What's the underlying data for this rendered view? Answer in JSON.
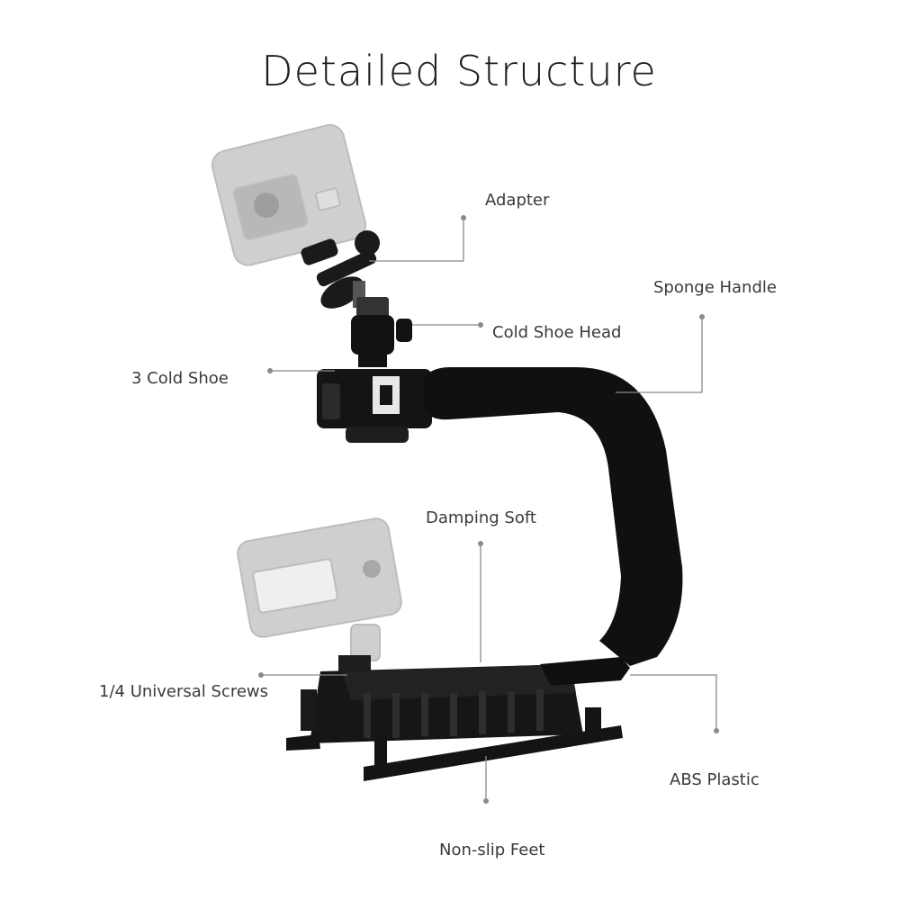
{
  "title": "Detailed Structure",
  "labels": {
    "adapter": "Adapter",
    "sponge_handle": "Sponge Handle",
    "cold_shoe_head": "Cold Shoe Head",
    "cold_shoe": "3 Cold Shoe",
    "damping_soft": "Damping Soft",
    "universal_screws": "1/4 Universal Screws",
    "abs_plastic": "ABS Plastic",
    "non_slip_feet": "Non-slip Feet"
  },
  "colors": {
    "product_black": "#111111",
    "ghost_gray": "#c9c9c9",
    "leader_line": "#888888",
    "title": "#1e1e1e"
  }
}
